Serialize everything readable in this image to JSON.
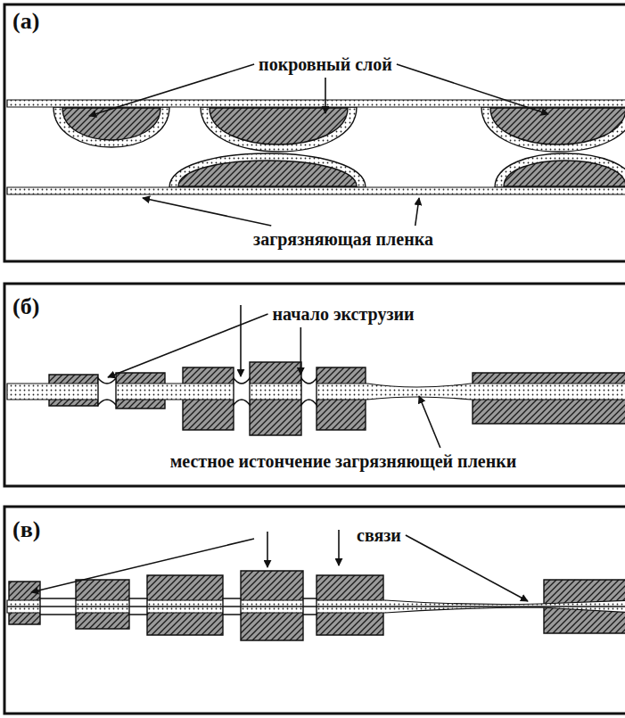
{
  "diagram": {
    "labels": [
      "(a)",
      "покровный слой",
      "загрязняющая пленка",
      "(б)",
      "начало экструзии",
      "местное истончение загрязняющей пленки",
      "(в)",
      "связи"
    ]
  }
}
